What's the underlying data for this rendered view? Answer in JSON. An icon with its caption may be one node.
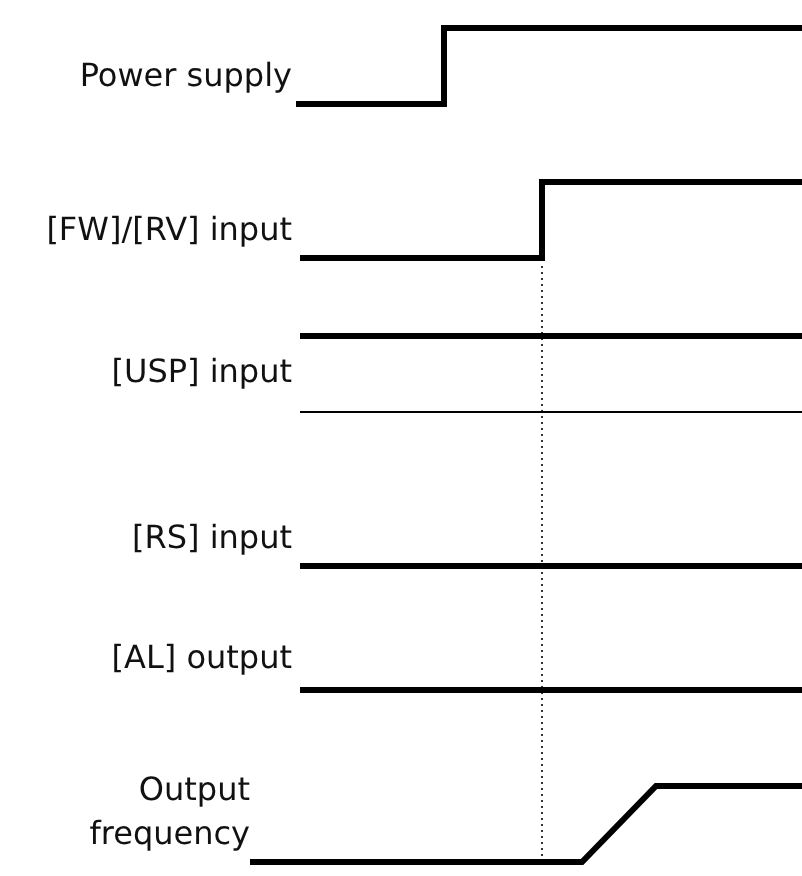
{
  "diagram": {
    "labels": [
      "Power supply",
      "[FW]/[RV] input",
      "[USP] input",
      "[RS] input",
      "[AL] output",
      "Output frequency"
    ]
  }
}
